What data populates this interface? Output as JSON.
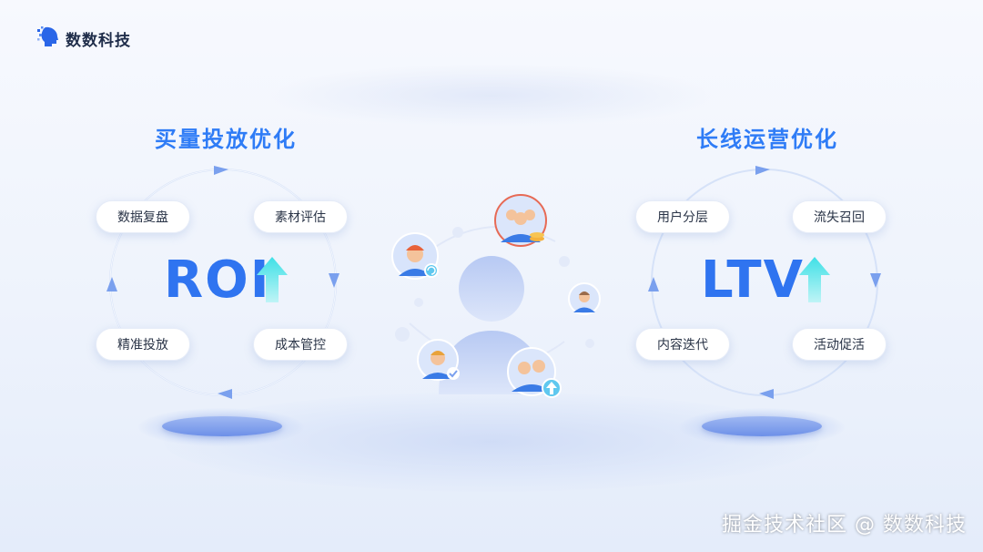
{
  "brand": {
    "name": "数数科技",
    "logo_icon": "head-logo-icon"
  },
  "left": {
    "title": "买量投放优化",
    "metric": "ROI",
    "items": [
      "数据复盘",
      "素材评估",
      "精准投放",
      "成本管控"
    ]
  },
  "right": {
    "title": "长线运营优化",
    "metric": "LTV",
    "items": [
      "用户分层",
      "流失召回",
      "内容迭代",
      "活动促活"
    ]
  },
  "watermark": "掘金技术社区 @ 数数科技",
  "colors": {
    "accent": "#2f7cf6",
    "metric": "#2f74f0",
    "arrow_up": "#3fe0e6",
    "ring": "#d6e2f8",
    "ring_arrow": "#7aa0ee"
  }
}
